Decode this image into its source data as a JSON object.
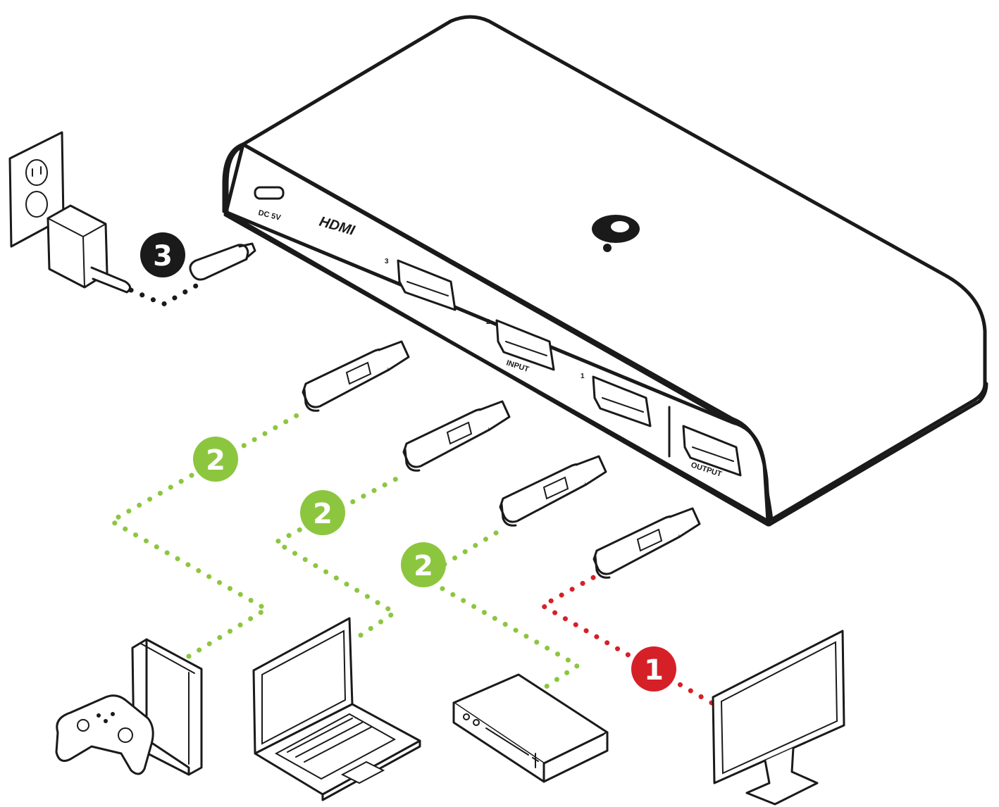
{
  "switch": {
    "dc_label": "DC 5V",
    "logo_text": "HDMI",
    "input_caption": "INPUT",
    "output_caption": "OUTPUT",
    "port_numbers": [
      "3",
      "2",
      "1"
    ]
  },
  "steps": {
    "power": "3",
    "inputs": [
      "2",
      "2",
      "2"
    ],
    "output": "1"
  },
  "colors": {
    "power_step": "#1a1a1a",
    "input_step": "#8cc63f",
    "output_step": "#d62027",
    "outline": "#1a1a1a"
  },
  "icons": [
    "wall-outlet-icon",
    "power-adapter-icon",
    "hdmi-switch-icon",
    "hdmi-plug-icon",
    "game-console-icon",
    "laptop-icon",
    "media-box-icon",
    "monitor-icon"
  ]
}
